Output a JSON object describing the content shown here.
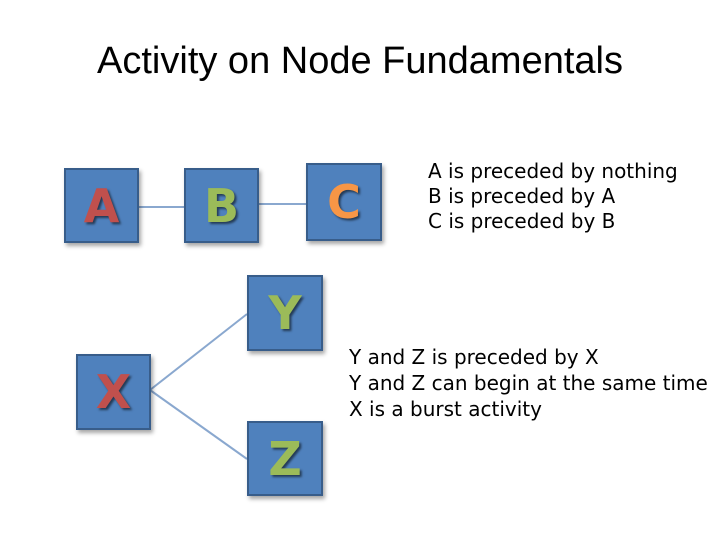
{
  "title": "Activity on Node Fundamentals",
  "nodes": {
    "a": "A",
    "b": "B",
    "c": "C",
    "x": "X",
    "y": "Y",
    "z": "Z"
  },
  "colors": {
    "node_fill": "#4f81bd",
    "node_border": "#385d8a",
    "a": "#c0504d",
    "b": "#9bbb59",
    "c": "#f79646",
    "x": "#c0504d",
    "y": "#9bbb59",
    "z": "#9bbb59",
    "connector": "#8aa8cf"
  },
  "notes_top": [
    "A is preceded by nothing",
    "B is preceded by A",
    "C is  preceded by B"
  ],
  "notes_bottom": [
    "Y and Z is preceded by X",
    "Y and Z can begin at the same time",
    "X is a burst activity"
  ]
}
